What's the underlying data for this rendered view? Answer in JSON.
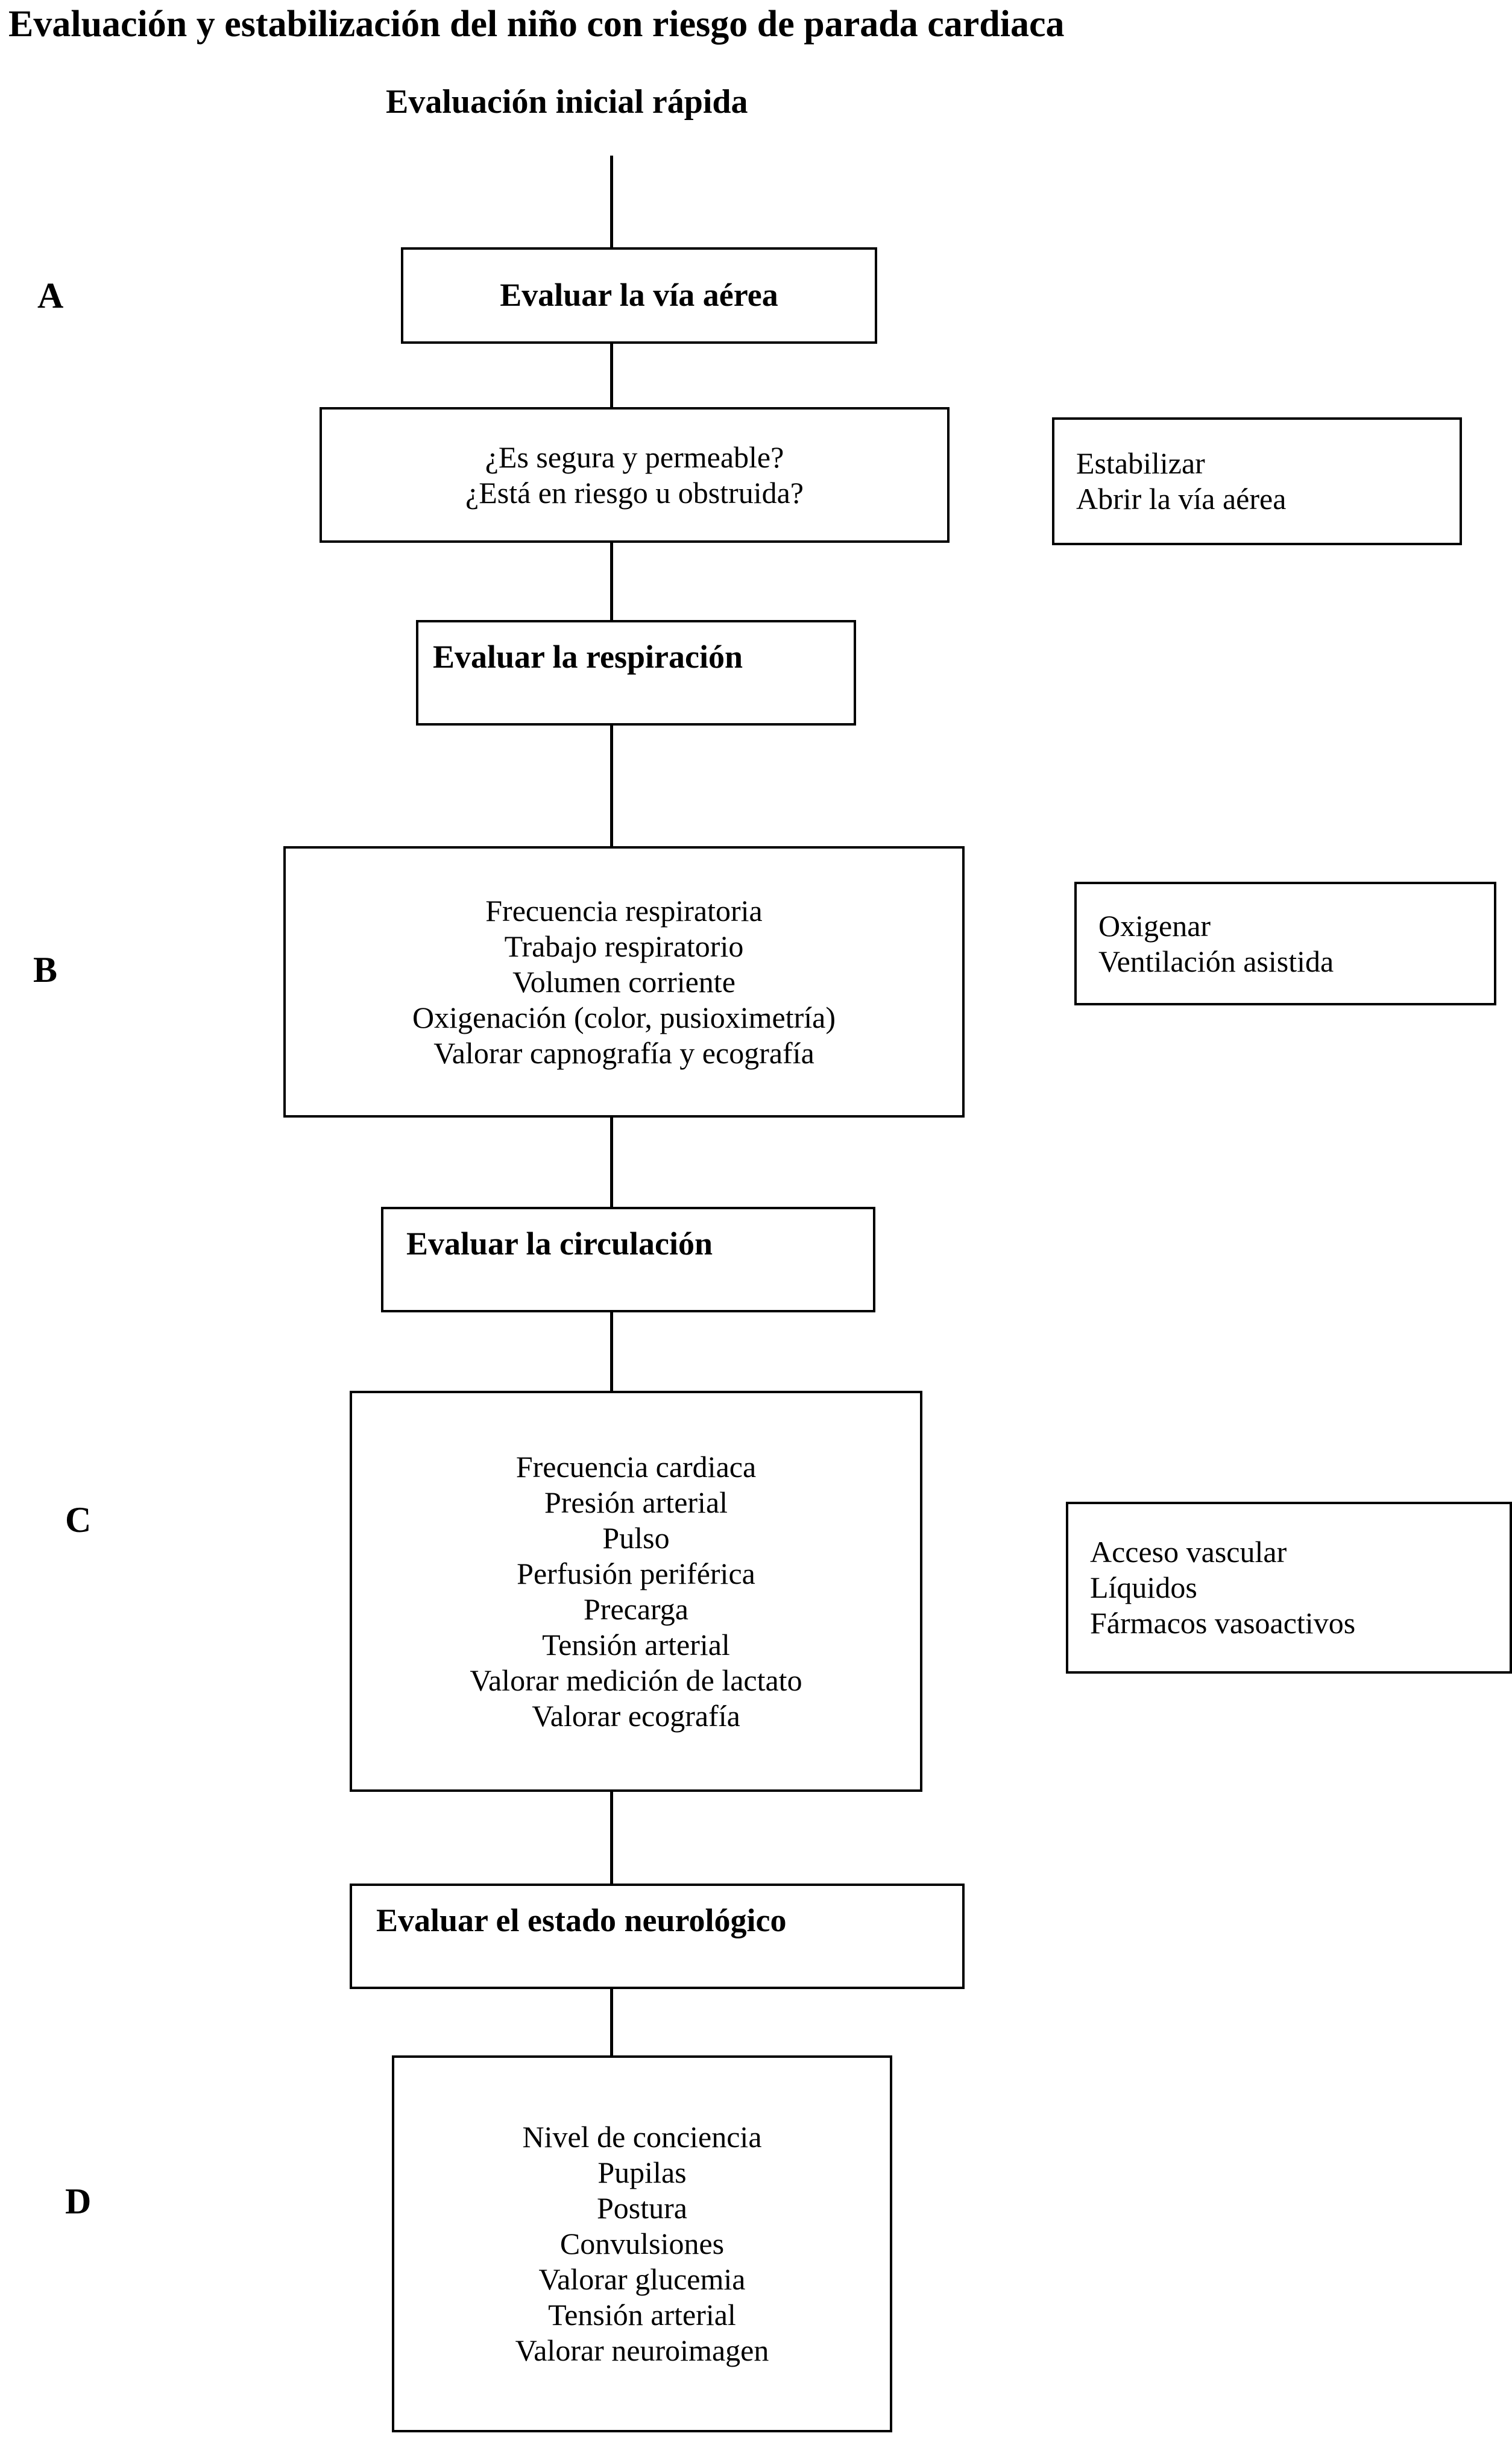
{
  "document": {
    "title": "Evaluación y estabilización del niño con riesgo de parada cardiaca",
    "subtitle": "Evaluación inicial rápida"
  },
  "sections": {
    "a": {
      "letter": "A",
      "assess_box": "Evaluar la vía aérea",
      "question_box": {
        "line1": "¿Es segura y permeable?",
        "line2": "¿Está en riesgo u obstruida?"
      },
      "action_box": {
        "line1": "Estabilizar",
        "line2": "Abrir la vía aérea"
      }
    },
    "b": {
      "letter": "B",
      "heading_box": "Evaluar la respiración",
      "findings_box": [
        "Frecuencia respiratoria",
        "Trabajo respiratorio",
        "Volumen corriente",
        "Oxigenación (color, pusioximetría)",
        "Valorar capnografía y ecografía"
      ],
      "action_box": [
        "Oxigenar",
        "Ventilación asistida"
      ]
    },
    "c": {
      "letter": "C",
      "heading_box": "Evaluar la circulación",
      "findings_box": [
        "Frecuencia cardiaca",
        "Presión arterial",
        "Pulso",
        "Perfusión periférica",
        "Precarga",
        "Tensión arterial",
        "Valorar medición de lactato",
        "Valorar ecografía"
      ],
      "action_box": [
        "Acceso vascular",
        "Líquidos",
        "Fármacos vasoactivos"
      ]
    },
    "d": {
      "letter": "D",
      "heading_box": "Evaluar el estado neurológico",
      "findings_box": [
        "Nivel de conciencia",
        "Pupilas",
        "Postura",
        "Convulsiones",
        "Valorar glucemia",
        "Tensión arterial",
        "Valorar neuroimagen"
      ]
    }
  },
  "colors": {
    "ink": "#000000",
    "paper": "#ffffff"
  }
}
